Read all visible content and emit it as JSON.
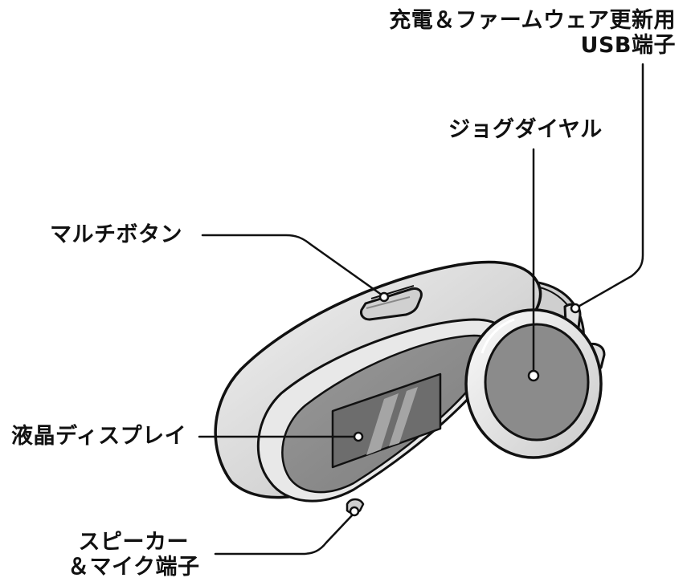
{
  "labels": {
    "usb_line1": "充電＆ファームウェア更新用",
    "usb_line2": "USB端子",
    "jog_dial": "ジョグダイヤル",
    "multi_button": "マルチボタン",
    "lcd": "液晶ディスプレイ",
    "speaker_line1": "スピーカー",
    "speaker_line2": "＆マイク端子"
  }
}
